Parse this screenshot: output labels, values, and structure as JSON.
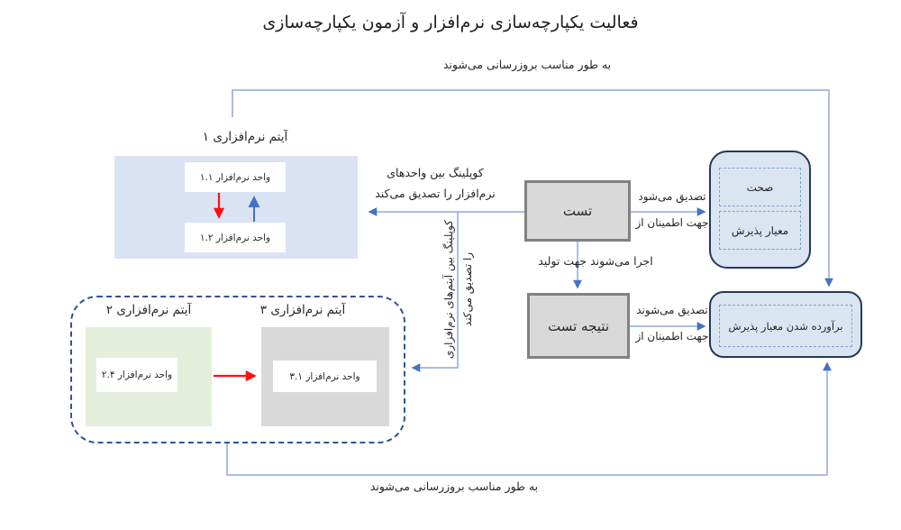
{
  "title": "فعالیت یکپارچه‌سازی نرم‌افزار و آزمون یکپارچه‌سازی",
  "feedback": {
    "top_label": "به طور مناسب بروزرسانی می‌شوند",
    "bottom_label": "به طور مناسب بروزرسانی می‌شوند"
  },
  "item1": {
    "label": "آیتم نرم‌افزاری ۱",
    "unit_top": "واحد نرم‌افزار ۱.۱",
    "unit_bottom": "واحد نرم‌افزار ۱.۲"
  },
  "item2": {
    "label": "آیتم نرم‌افزاری ۲",
    "unit": "واحد نرم‌افزار ۲.۴"
  },
  "item3": {
    "label": "آیتم نرم‌افزاری ۳",
    "unit": "واحد نرم‌افزار ۳.۱"
  },
  "test": {
    "label": "تست"
  },
  "test_result": {
    "label": "نتیجه تست"
  },
  "correctness": {
    "label": "صحت"
  },
  "acceptance_criteria": {
    "label": "معیار پذیرش"
  },
  "criteria_met": {
    "label": "برآورده شدن معیار پذیرش"
  },
  "edge_labels": {
    "coupling_units_line1": "کوپلینگ بین واحدهای",
    "coupling_units_line2": "نرم‌افزار را تصدیق می‌کند",
    "coupling_items_line1": "کوپلینگ بین آیتم‌های نرم‌افزاری",
    "coupling_items_line2": "را تصدیق می‌کند",
    "executed_label": "اجرا می‌شوند جهت تولید",
    "verified_singular_line1": "تصدیق می‌شود",
    "verified_singular_line2": "جهت اطمینان از",
    "verified_plural_line1": "تصدیق می‌شوند",
    "verified_plural_line2": "جهت اطمینان از"
  },
  "colors": {
    "connector_blue": "#8fa9dc",
    "arrowhead_blue": "#4472c4",
    "arrow_red": "#fe1010",
    "item1_fill": "#dae3f3",
    "item2_fill": "#e3efda",
    "item3_fill": "#d9d9d9",
    "gray_node_fill": "#d9d9d9",
    "gray_node_border": "#818181",
    "rounded_fill": "#dbe5f1",
    "rounded_border": "#24395b",
    "dashed_container_border": "#2e5597"
  }
}
